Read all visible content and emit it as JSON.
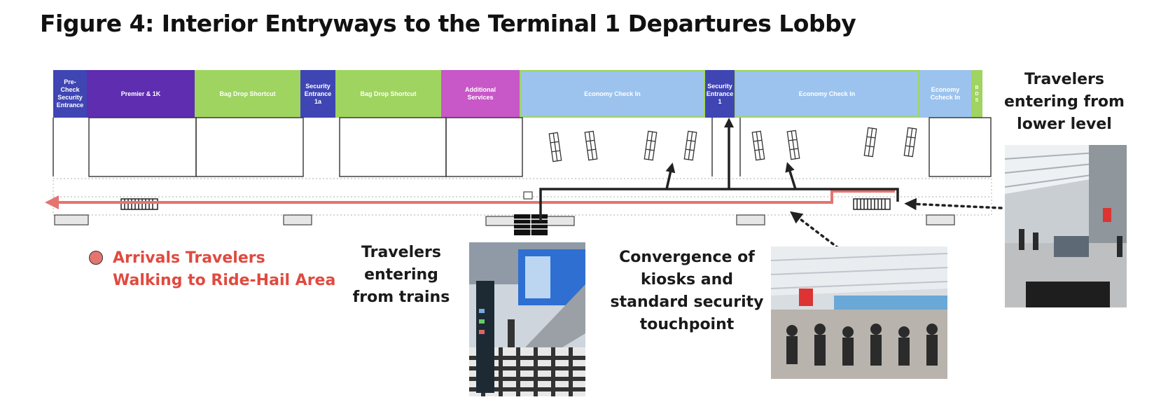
{
  "title": "Figure 4: Interior Entryways to the Terminal 1 Departures Lobby",
  "colors": {
    "security_blue": "#3f45b3",
    "premier_purple": "#5e2db0",
    "bag_drop_green": "#9fd460",
    "additional_magenta": "#c857c8",
    "economy_light_blue": "#9cc3ee",
    "arrivals_path_red": "#e5746f",
    "legend_red": "#e04a40",
    "path_dark": "#222222"
  },
  "zones": [
    {
      "name": "precheck",
      "label": "Pre-Check\nSecurity\nEntrance"
    },
    {
      "name": "premier",
      "label": "Premier & 1K"
    },
    {
      "name": "bag-drop-1",
      "label": "Bag Drop Shortcut"
    },
    {
      "name": "security-1a",
      "label": "Security\nEntrance\n1a"
    },
    {
      "name": "bag-drop-2",
      "label": "Bag Drop Shortcut"
    },
    {
      "name": "additional",
      "label": "Additional\nServices"
    },
    {
      "name": "economy-1",
      "label": "Economy Check In"
    },
    {
      "name": "security-1",
      "label": "Security\nEntrance\n1"
    },
    {
      "name": "economy-2",
      "label": "Economy Check In"
    },
    {
      "name": "economy-3",
      "label": "Economy\nCcheck In"
    },
    {
      "name": "bds",
      "label": "B\nD\nS"
    }
  ],
  "captions": {
    "lower_level": "Travelers\nentering from\nlower level",
    "trains": "Travelers\nentering\nfrom trains",
    "convergence": "Convergence of\nkiosks and\nstandard security\ntouchpoint"
  },
  "legend": {
    "label": "Arrivals Travelers\nWalking to Ride-Hail Area"
  },
  "photos": {
    "trains": "Escalator area with a wayfinding signage tower and checkered floor",
    "convergence": "Crowded check-in hall with kiosks and queues",
    "lower_level": "Concourse with travelers walking in from the lower level"
  }
}
